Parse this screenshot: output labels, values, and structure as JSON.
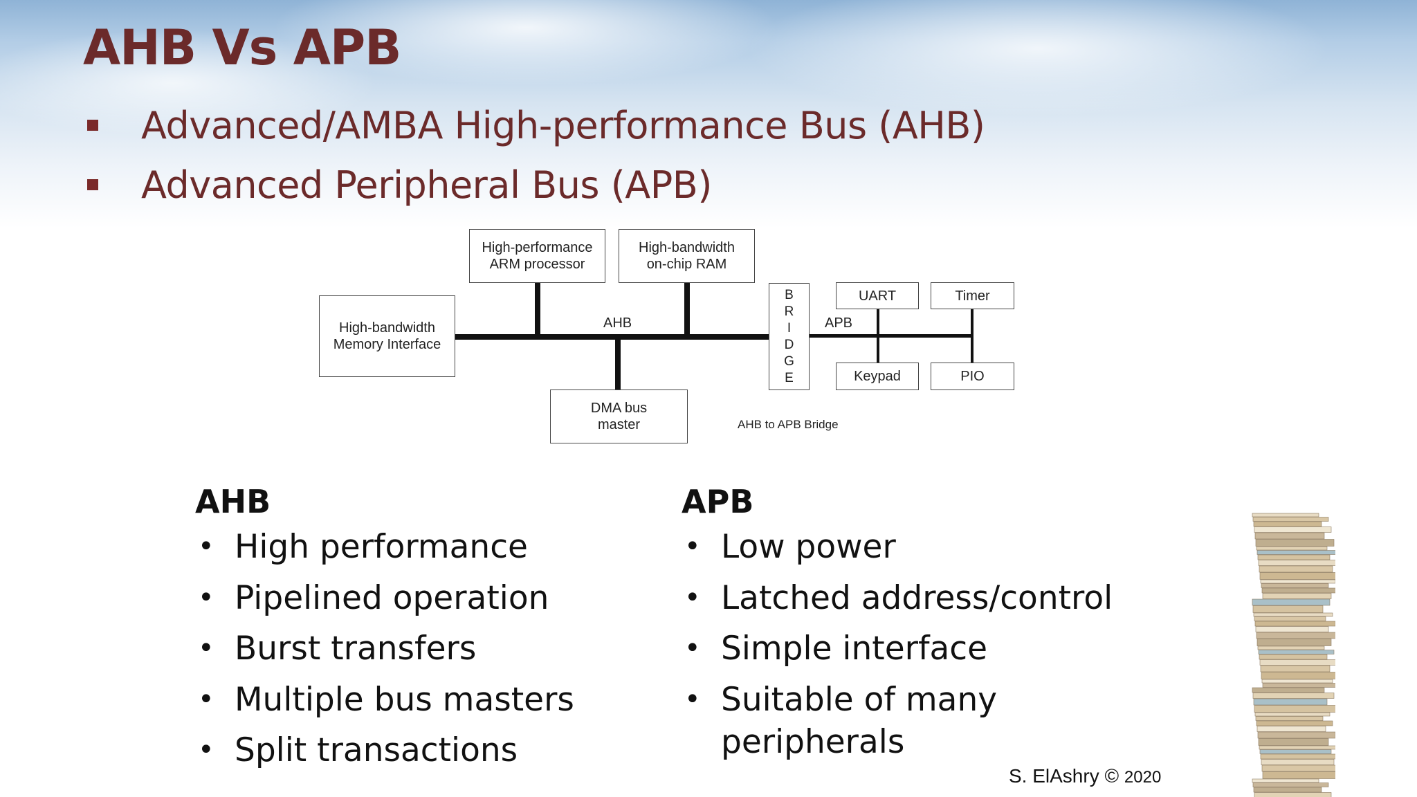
{
  "slide": {
    "title": "AHB Vs APB",
    "bullets": [
      "Advanced/AMBA High-performance Bus (AHB)",
      "Advanced Peripheral Bus (APB)"
    ]
  },
  "diagram": {
    "arm_processor": "High-performance\nARM processor",
    "onchip_ram": "High-bandwidth\non-chip RAM",
    "memory_interface": "High-bandwidth\nMemory Interface",
    "dma_master": "DMA bus\nmaster",
    "ahb_label": "AHB",
    "apb_label": "APB",
    "bridge_letters": [
      "B",
      "R",
      "I",
      "D",
      "G",
      "E"
    ],
    "uart": "UART",
    "timer": "Timer",
    "keypad": "Keypad",
    "pio": "PIO",
    "bridge_caption": "AHB to APB Bridge"
  },
  "ahb_column": {
    "heading": "AHB",
    "items": [
      "High performance",
      "Pipelined operation",
      "Burst transfers",
      "Multiple bus masters",
      "Split transactions"
    ]
  },
  "apb_column": {
    "heading": "APB",
    "items": [
      "Low power",
      "Latched address/control",
      "Simple interface",
      "Suitable of many\nperipherals"
    ]
  },
  "bullet_glyph": "•",
  "credit": {
    "author": "S. ElAshry",
    "copyright_symbol": "©",
    "year": "2020"
  },
  "colors": {
    "title": "#6b2a2a",
    "bullet_square": "#7a2929",
    "body_text": "#111111"
  },
  "icons": {
    "books_stack": "stack-of-books-image"
  }
}
